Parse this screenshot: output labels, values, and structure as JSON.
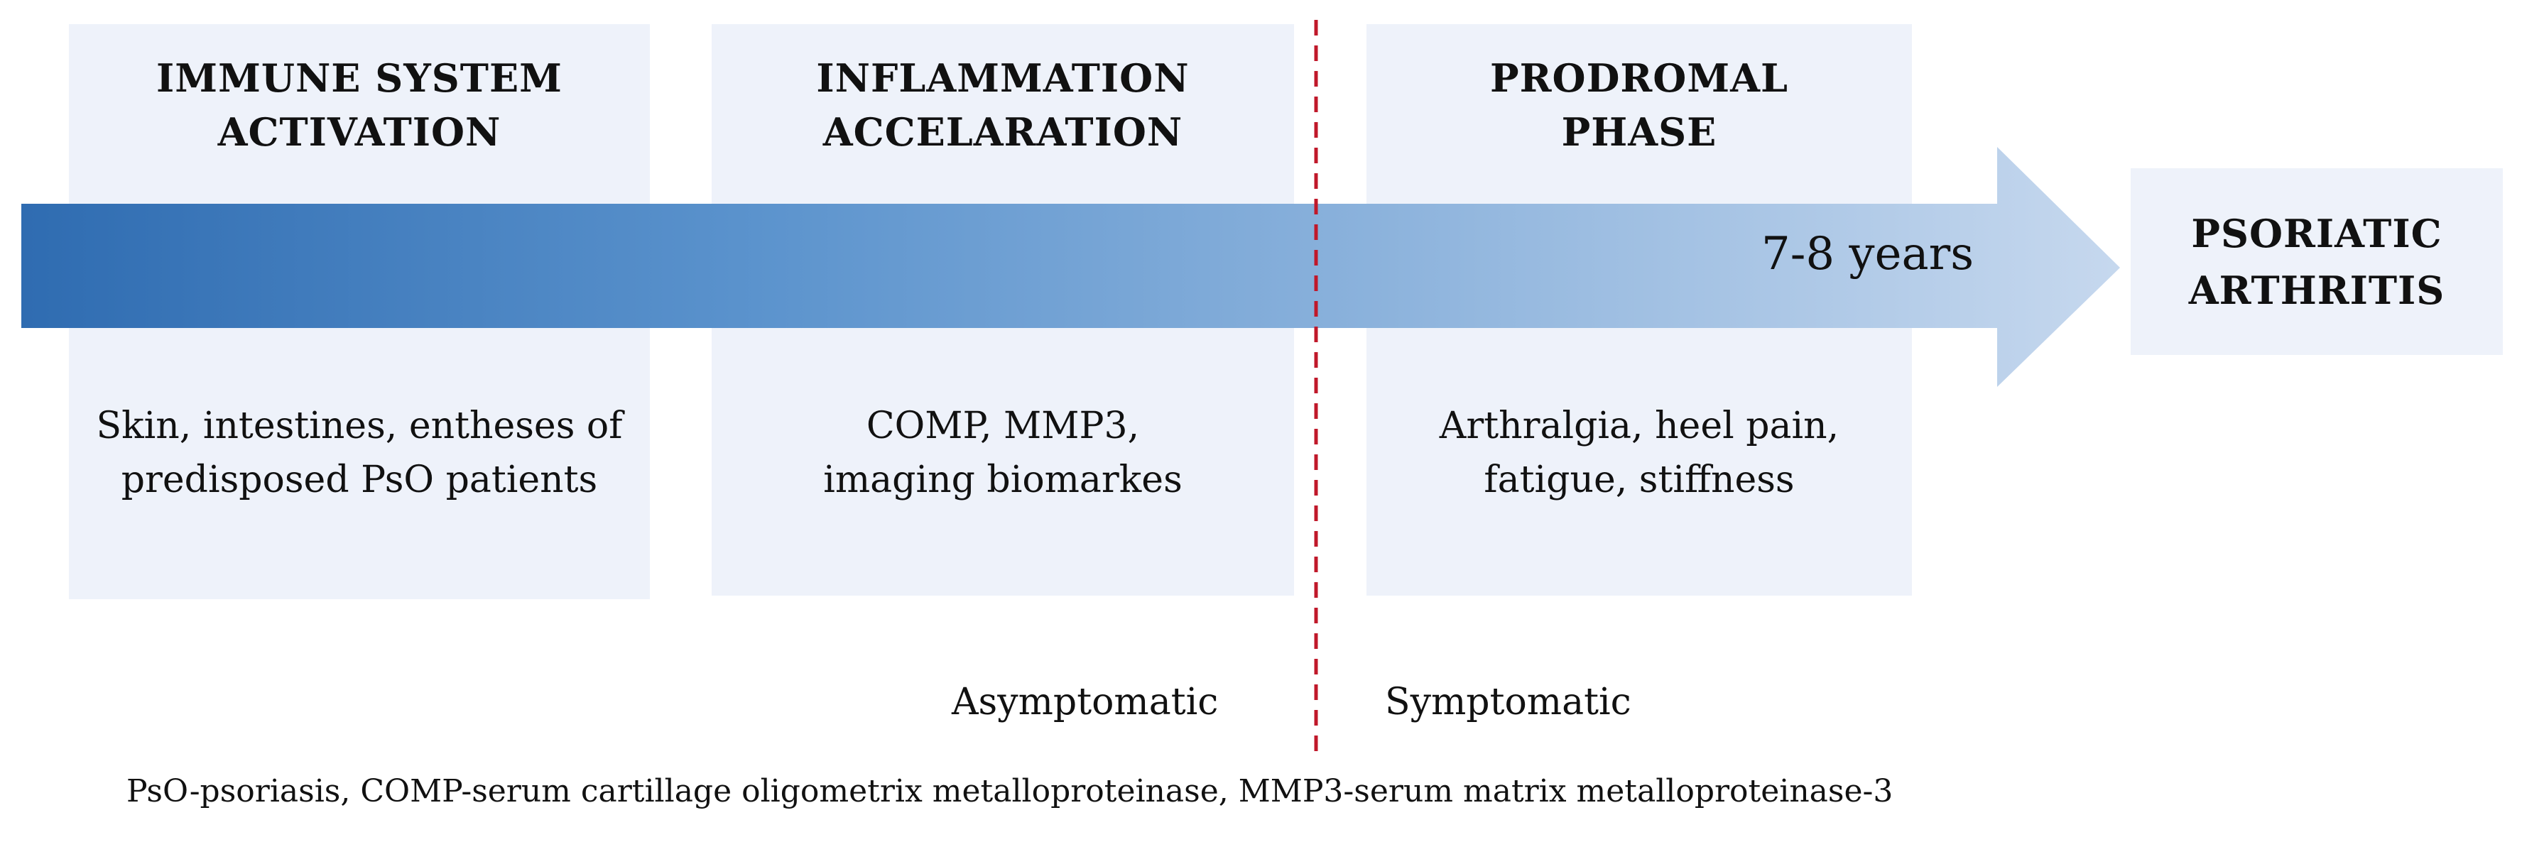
{
  "phases": [
    {
      "title_line1": "IMMUNE SYSTEM",
      "title_line2": "ACTIVATION",
      "body_line1": "Skin, intestines, entheses of",
      "body_line2": "predisposed PsO patients"
    },
    {
      "title_line1": "INFLAMMATION",
      "title_line2": "ACCELARATION",
      "body_line1": "COMP, MMP3,",
      "body_line2": "imaging biomarkes"
    },
    {
      "title_line1": "PRODROMAL",
      "title_line2": "PHASE",
      "body_line1": "Arthralgia, heel pain,",
      "body_line2": "fatigue, stiffness"
    }
  ],
  "duration_label": "7-8 years",
  "outcome": {
    "line1": "PSORIATIC",
    "line2": "ARTHRITIS"
  },
  "asymptomatic_label": "Asymptomatic",
  "symptomatic_label": "Symptomatic",
  "footnote": "PsO-psoriasis, COMP-serum cartillage oligometrix metalloproteinase, MMP3-serum matrix metalloproteinase-3",
  "colors": {
    "panel_fill": "#eef2fa",
    "arrow_dark": "#2f6cb1",
    "arrow_light": "#c6d8ee",
    "divider": "#c0182a"
  }
}
